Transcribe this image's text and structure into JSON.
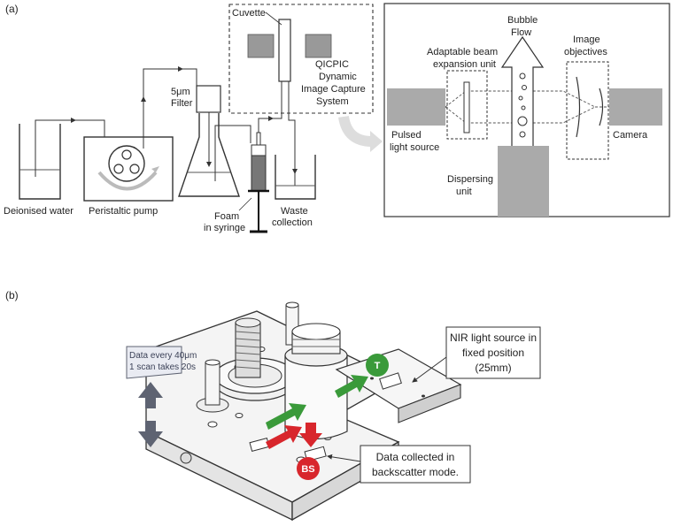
{
  "panel_a": {
    "tag": "(a)",
    "labels": {
      "deionised_water": "Deionised water",
      "peristaltic_pump": "Peristaltic pump",
      "filter_1": "5μm",
      "filter_2": "Filter",
      "foam_1": "Foam",
      "foam_2": "in syringe",
      "waste_1": "Waste",
      "waste_2": "collection",
      "cuvette": "Cuvette",
      "qicpic_1": "QICPIC",
      "qicpic_2": "Dynamic",
      "qicpic_3": "Image Capture",
      "qicpic_4": "System"
    },
    "inset": {
      "bubble_flow_1": "Bubble",
      "bubble_flow_2": "Flow",
      "beam_1": "Adaptable beam",
      "beam_2": "expansion unit",
      "objectives_1": "Image",
      "objectives_2": "objectives",
      "pulsed_1": "Pulsed",
      "pulsed_2": "light source",
      "camera": "Camera",
      "dispersing_1": "Dispersing",
      "dispersing_2": "unit"
    }
  },
  "panel_b": {
    "tag": "(b)",
    "data_note_1": "Data every 40μm",
    "data_note_2": "1 scan takes 20s",
    "nir_1": "NIR light source in",
    "nir_2": "fixed position",
    "nir_3": "(25mm)",
    "collected_1": "Data collected in",
    "collected_2": "backscatter mode.",
    "badge_t": "T",
    "badge_bs": "BS"
  },
  "colors": {
    "green": "#3a9a3a",
    "red": "#d8262c",
    "grey_block": "#b0b0b0",
    "arrow_grey": "#5e6372"
  }
}
